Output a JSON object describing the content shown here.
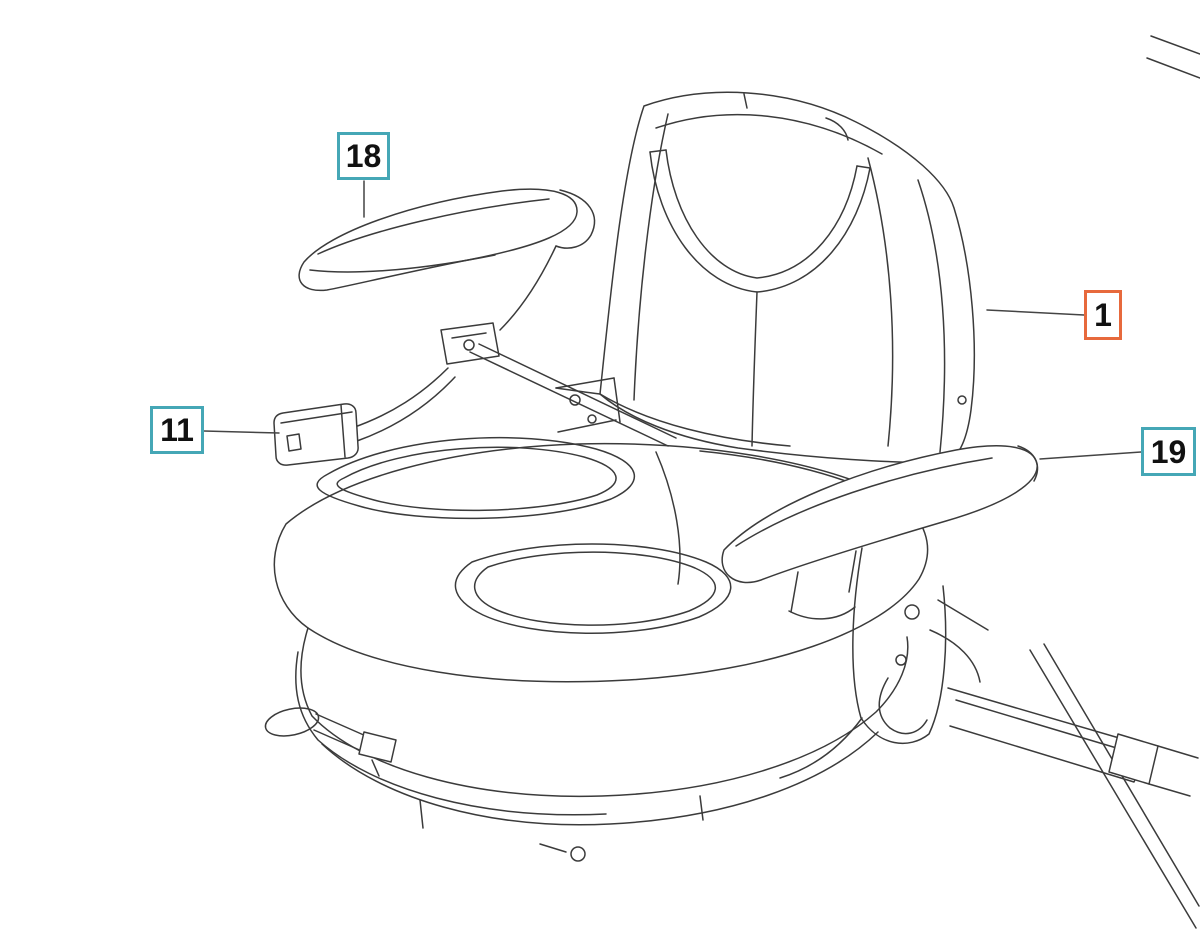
{
  "diagram": {
    "callouts": [
      {
        "label": "18",
        "part": "left-armrest",
        "accent": "#45a7b6"
      },
      {
        "label": "11",
        "part": "seatbelt-buckle",
        "accent": "#45a7b6"
      },
      {
        "label": "1",
        "part": "seat-assembly",
        "accent": "#e7693c"
      },
      {
        "label": "19",
        "part": "right-armrest",
        "accent": "#45a7b6"
      }
    ],
    "colors": {
      "callout_teal": "#45a7b6",
      "callout_orange": "#e7693c",
      "line": "#3b3b3b",
      "background": "#ffffff"
    }
  }
}
